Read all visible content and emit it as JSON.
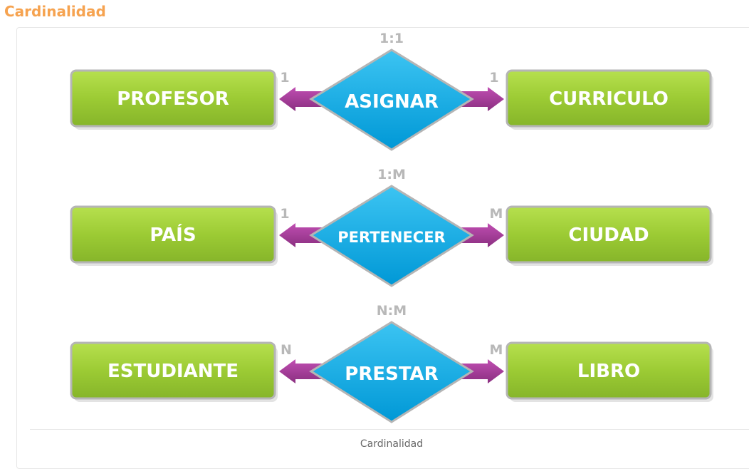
{
  "page": {
    "title": "Cardinalidad"
  },
  "figure": {
    "caption": "Cardinalidad"
  },
  "rows": [
    {
      "ratio": "1:1",
      "left_entity": "PROFESOR",
      "relation": "ASIGNAR",
      "right_entity": "CURRICULO",
      "left_card": "1",
      "right_card": "1"
    },
    {
      "ratio": "1:M",
      "left_entity": "PAÍS",
      "relation": "PERTENECER",
      "right_entity": "CIUDAD",
      "left_card": "1",
      "right_card": "M"
    },
    {
      "ratio": "N:M",
      "left_entity": "ESTUDIANTE",
      "relation": "PRESTAR",
      "right_entity": "LIBRO",
      "left_card": "N",
      "right_card": "M"
    }
  ],
  "colors": {
    "title": "#f6a350",
    "entity_fill": "#9dcc3a",
    "relation_fill": "#1aaee6",
    "arrow_fill": "#a63f99",
    "cardinality_text": "#b8b8b8"
  }
}
